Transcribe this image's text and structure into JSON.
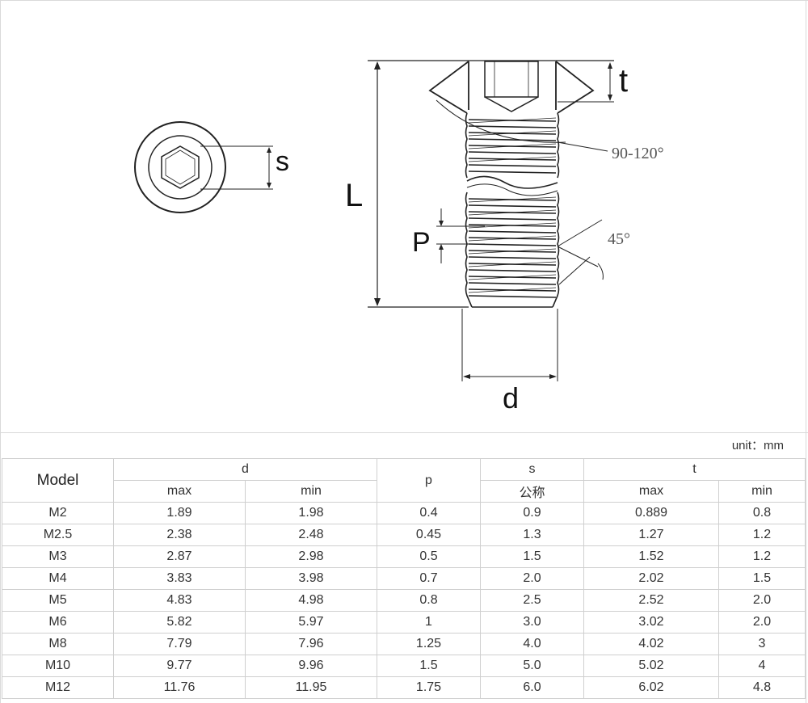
{
  "diagram": {
    "labels": {
      "s": "s",
      "t": "t",
      "L": "L",
      "P": "P",
      "d": "d",
      "angle_cone": "90-120°",
      "angle_thread": "45°"
    }
  },
  "unit_note": "unit：mm",
  "table": {
    "header": {
      "model": "Model",
      "d": "d",
      "p": "p",
      "s": "s",
      "t": "t",
      "d_max": "max",
      "d_min": "min",
      "s_nominal": "公称",
      "t_max": "max",
      "t_min": "min"
    },
    "rows": [
      [
        "M2",
        "1.89",
        "1.98",
        "0.4",
        "0.9",
        "0.889",
        "0.8"
      ],
      [
        "M2.5",
        "2.38",
        "2.48",
        "0.45",
        "1.3",
        "1.27",
        "1.2"
      ],
      [
        "M3",
        "2.87",
        "2.98",
        "0.5",
        "1.5",
        "1.52",
        "1.2"
      ],
      [
        "M4",
        "3.83",
        "3.98",
        "0.7",
        "2.0",
        "2.02",
        "1.5"
      ],
      [
        "M5",
        "4.83",
        "4.98",
        "0.8",
        "2.5",
        "2.52",
        "2.0"
      ],
      [
        "M6",
        "5.82",
        "5.97",
        "1",
        "3.0",
        "3.02",
        "2.0"
      ],
      [
        "M8",
        "7.79",
        "7.96",
        "1.25",
        "4.0",
        "4.02",
        "3"
      ],
      [
        "M10",
        "9.77",
        "9.96",
        "1.5",
        "5.0",
        "5.02",
        "4"
      ],
      [
        "M12",
        "11.76",
        "11.95",
        "1.75",
        "6.0",
        "6.02",
        "4.8"
      ]
    ]
  }
}
